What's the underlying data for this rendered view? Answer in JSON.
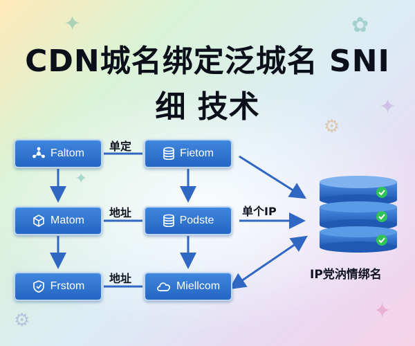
{
  "title": {
    "line1": "CDN城名绑定泛城名 SNI",
    "line2": "细 技术"
  },
  "nodes": [
    {
      "label": "Faltom",
      "icon": "cluster-icon"
    },
    {
      "label": "Fietom",
      "icon": "database-icon"
    },
    {
      "label": "Matom",
      "icon": "box-icon"
    },
    {
      "label": "Podste",
      "icon": "database-icon"
    },
    {
      "label": "Frstom",
      "icon": "shield-icon"
    },
    {
      "label": "Miellcom",
      "icon": "cloud-icon"
    }
  ],
  "edge_labels": {
    "danding": "单定",
    "dizhi_1": "地址",
    "dizhi_2": "地址",
    "single_ip": "单个IP"
  },
  "server": {
    "label": "IP党汭情绑名",
    "icon": "server-stack-icon"
  },
  "colors": {
    "node_fill": "#2f78d4",
    "arrow": "#2f67c2",
    "check": "#32c25a"
  }
}
